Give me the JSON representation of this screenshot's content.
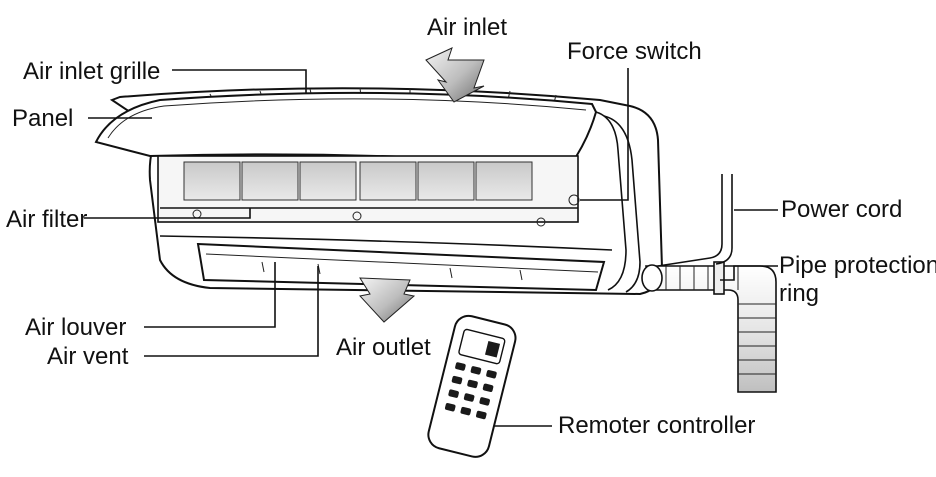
{
  "labels": {
    "air_inlet": "Air inlet",
    "force_switch": "Force switch",
    "air_inlet_grille": "Air inlet grille",
    "panel": "Panel",
    "air_filter": "Air filter",
    "power_cord": "Power cord",
    "pipe_protection_line1": "Pipe protection",
    "pipe_protection_line2": "ring",
    "air_louver": "Air  louver",
    "air_vent": "Air  vent",
    "air_outlet": "Air outlet",
    "remote_controller": "Remoter controller"
  }
}
